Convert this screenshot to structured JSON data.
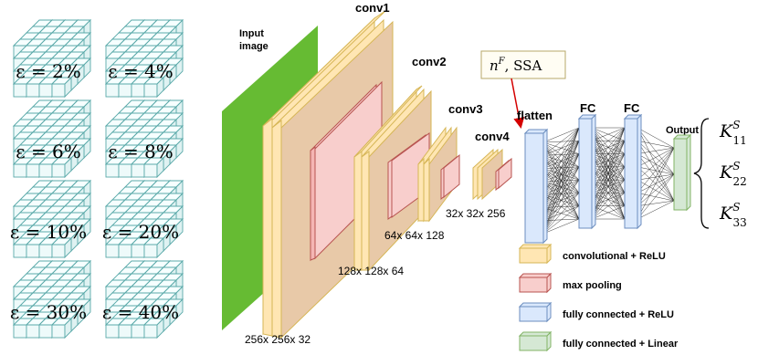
{
  "colors": {
    "input": "#66bb33",
    "conv_fill": "#ffe6b3",
    "conv_stroke": "#d6b656",
    "pool_fill": "#f8cecc",
    "pool_stroke": "#b85450",
    "fc_relu_fill": "#dae8fc",
    "fc_relu_stroke": "#6c8ebf",
    "fc_linear_fill": "#d5e8d4",
    "fc_linear_stroke": "#82b366",
    "cube_fill": "#eefafa",
    "cube_stroke": "#5aa9a9",
    "arrow": "#d40000",
    "annot_stroke": "#b7a86a"
  },
  "porosity_labels": [
    [
      "ε = 2%",
      "ε = 4%"
    ],
    [
      "ε = 6%",
      "ε = 8%"
    ],
    [
      "ε = 10%",
      "ε = 20%"
    ],
    [
      "ε = 30%",
      "ε = 40%"
    ]
  ],
  "network": {
    "input_label": [
      "Input",
      "image"
    ],
    "conv1": "conv1",
    "conv2": "conv2",
    "conv3": "conv3",
    "conv4": "conv4",
    "flatten": "flatten",
    "fc1": "FC",
    "fc2": "FC",
    "output": "Output",
    "dims": [
      "256x 256x 32",
      "128x 128x 64",
      "64x 64x 128",
      "32x 32x 256"
    ],
    "annotation": "nF, SSA"
  },
  "outputs": [
    "K11S",
    "K22S",
    "K33S"
  ],
  "legend": [
    {
      "key": "conv",
      "label": "convolutional + ReLU"
    },
    {
      "key": "pool",
      "label": "max pooling"
    },
    {
      "key": "fc_relu",
      "label": "fully connected + ReLU"
    },
    {
      "key": "fc_linear",
      "label": "fully connected + Linear"
    }
  ]
}
